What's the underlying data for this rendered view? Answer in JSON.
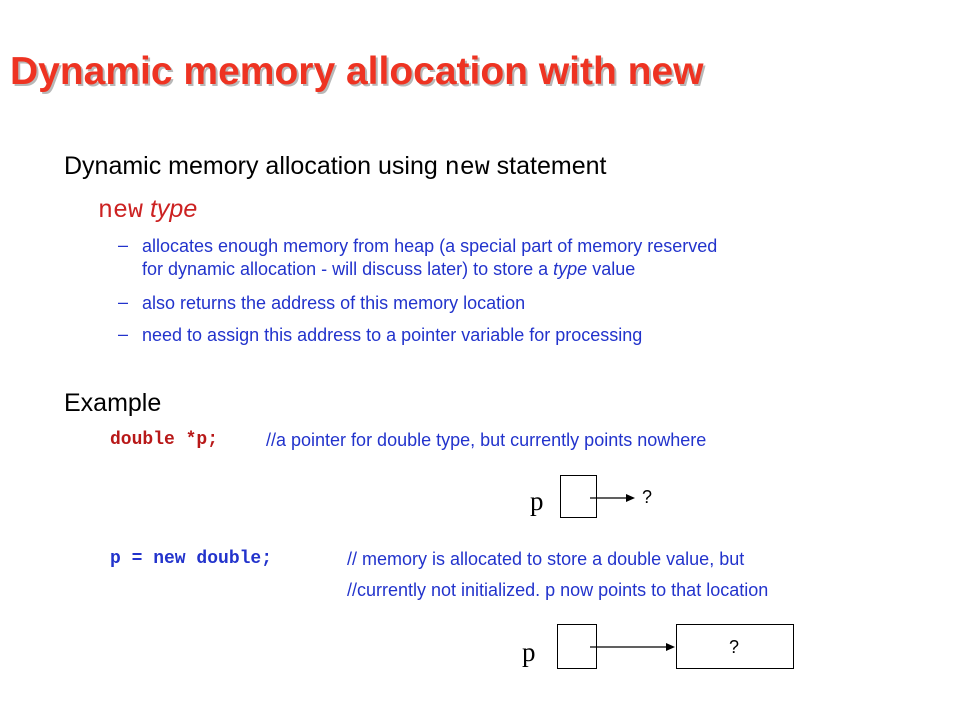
{
  "title": "Dynamic memory allocation with new",
  "intro": {
    "before": "Dynamic memory allocation using ",
    "keyword": "new",
    "after": " statement"
  },
  "syntax": {
    "keyword": "new",
    "type": "type"
  },
  "bullets": {
    "b1_line1": "allocates enough memory from heap (a special part of memory reserved",
    "b1_line2a": "for dynamic allocation - will discuss later) to store a ",
    "b1_line2_ital": "type",
    "b1_line2b": " value",
    "b2": "also returns the address of this memory location",
    "b3": "need to assign this address to a pointer variable for processing",
    "dash": "–"
  },
  "example": {
    "heading": "Example",
    "decl_code": "double *p;",
    "decl_comment": "//a pointer for double type, but currently points nowhere",
    "diagram1": {
      "label": "p",
      "target": "?"
    },
    "assign_code": "p = new double;",
    "assign_comment1": "// memory is allocated to store a double value, but",
    "assign_comment2": "//currently not initialized. p now points to that location",
    "diagram2": {
      "label": "p",
      "target": "?"
    }
  }
}
